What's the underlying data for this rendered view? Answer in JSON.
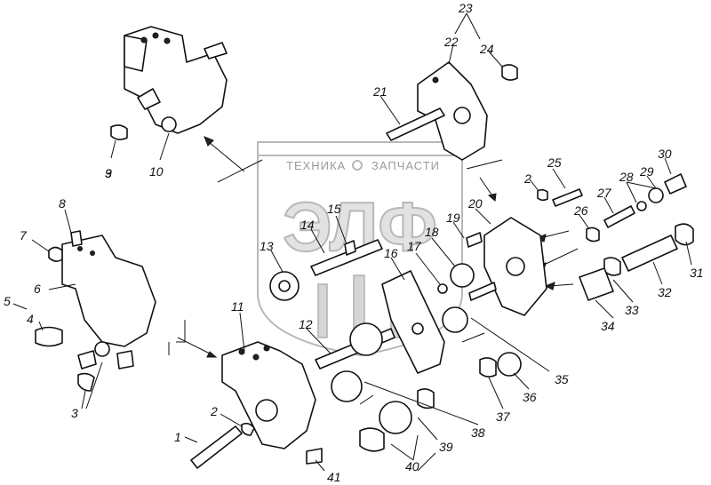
{
  "watermark": {
    "line1_left": "ТЕХНИКА",
    "line1_right": "ЗАПЧАСТИ",
    "logo": "ЭЛФ"
  },
  "callouts": [
    "1",
    "2",
    "2",
    "3",
    "3",
    "4",
    "5",
    "6",
    "7",
    "8",
    "9",
    "10",
    "11",
    "12",
    "13",
    "14",
    "15",
    "16",
    "17",
    "18",
    "19",
    "20",
    "21",
    "22",
    "23",
    "24",
    "25",
    "26",
    "27",
    "28",
    "29",
    "30",
    "31",
    "32",
    "33",
    "34",
    "35",
    "36",
    "37",
    "38",
    "39",
    "40",
    "41"
  ],
  "colors": {
    "ink": "#111111",
    "watermark": "#b8b8b8",
    "background": "#ffffff"
  }
}
